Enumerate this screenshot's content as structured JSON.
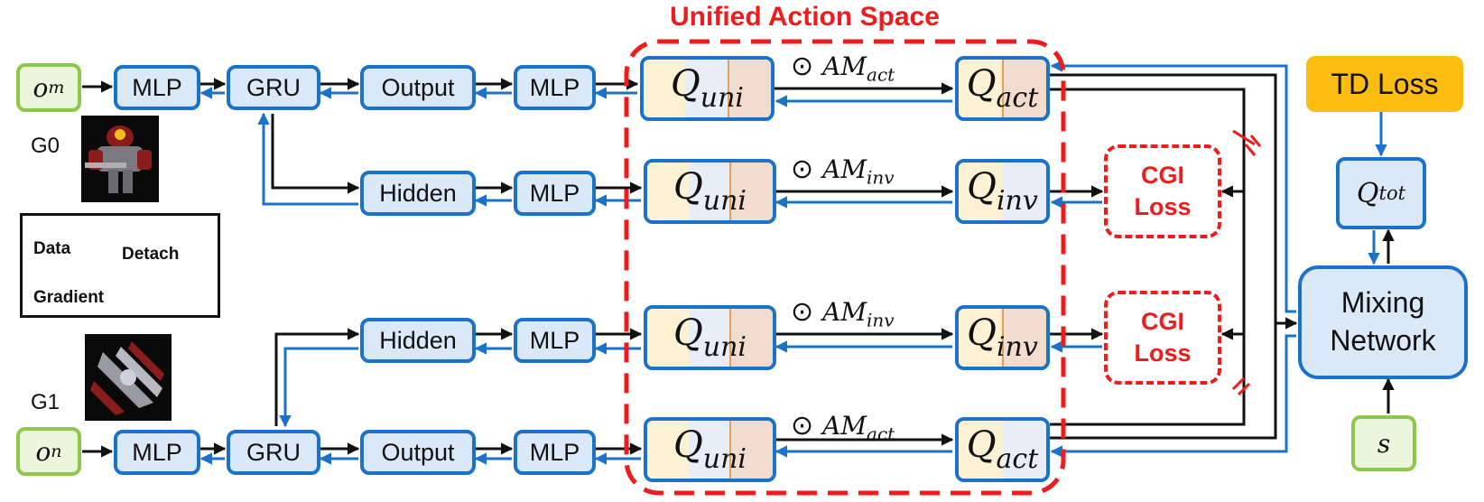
{
  "title": "Unified Action Space",
  "groups": {
    "g0": {
      "label": "G0",
      "input_symbol": "o",
      "input_sub": "m"
    },
    "g1": {
      "label": "G1",
      "input_symbol": "o",
      "input_sub": "n"
    }
  },
  "blocks": {
    "mlp": "MLP",
    "gru": "GRU",
    "output": "Output",
    "hidden": "Hidden"
  },
  "q": {
    "symbol": "Q",
    "uni": "uni",
    "act": "act",
    "inv": "inv",
    "tot": "tot"
  },
  "am": {
    "symbol": "AM",
    "act": "act",
    "inv": "inv",
    "operator": "⊙"
  },
  "cgi_loss": {
    "line1": "CGI",
    "line2": "Loss"
  },
  "td_loss": "TD Loss",
  "mixing": {
    "line1": "Mixing",
    "line2": "Network"
  },
  "state": "s",
  "legend": {
    "data": "Data",
    "detach": "Detach",
    "gradient": "Gradient"
  },
  "colors": {
    "box_fill": "#dbe8f7",
    "box_border": "#1a73c8",
    "input_fill": "#ebf6dc",
    "input_border": "#8cc84b",
    "accent_red": "#ee1c1c",
    "td_loss": "#fbbd0f",
    "data_line": "#111111",
    "gradient_line": "#1a73c8",
    "q_stripe_1": "#fdf1d3",
    "q_stripe_2": "#e8eef8",
    "q_stripe_3": "#f2dccd"
  },
  "icons": {
    "g0": "marine-unit-icon",
    "g1": "spaceship-unit-icon"
  }
}
